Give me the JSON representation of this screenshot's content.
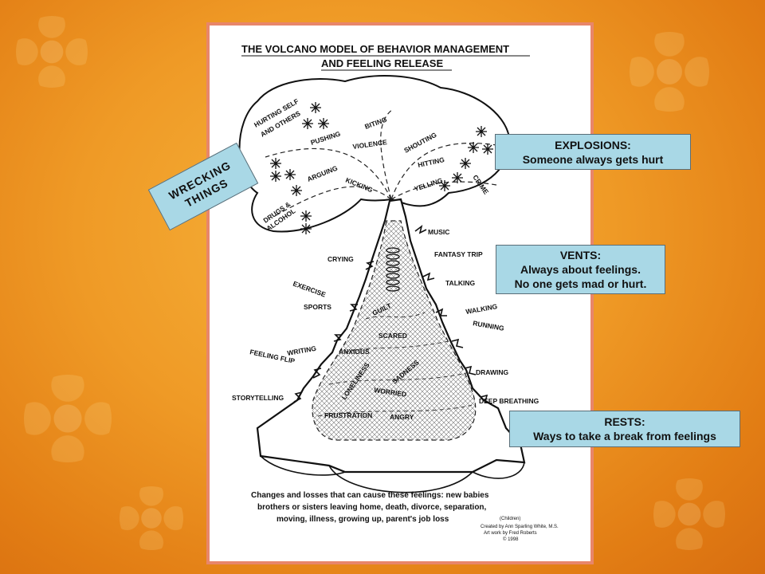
{
  "diagram": {
    "title_line1": "THE VOLCANO MODEL OF BEHAVIOR MANAGEMENT",
    "title_line2": "AND FEELING RELEASE",
    "explosion_labels": {
      "hurting": "HURTING SELF",
      "and_others": "AND OTHERS",
      "pushing": "PUSHING",
      "biting": "BITING",
      "violence": "VIOLENCE",
      "shouting": "SHOUTING",
      "hitting": "HITTING",
      "arguing": "ARGUING",
      "kicking": "KICKING",
      "yelling": "YELLING",
      "crime": "CRIME",
      "drugs": "DRUGS &",
      "alcohol": "ALCOHOL"
    },
    "vent_labels": {
      "music": "MUSIC",
      "fantasy_trip": "FANTASY TRIP",
      "crying": "CRYING",
      "talking": "TALKING",
      "exercise": "EXERCISE",
      "sports": "SPORTS",
      "walking": "WALKING",
      "running": "RUNNING",
      "writing": "WRITING",
      "feeling_flip": "FEELING FLIP",
      "drawing": "DRAWING",
      "storytelling": "STORYTELLING",
      "deep_breathing": "DEEP BREATHING"
    },
    "feeling_labels": {
      "guilt": "GUILT",
      "scared": "SCARED",
      "anxious": "ANXIOUS",
      "sadness": "SADNESS",
      "loneliness": "LONELINESS",
      "worried": "WORRIED",
      "frustration": "FRUSTRATION",
      "angry": "ANGRY"
    },
    "footer_line1": "Changes and losses that can cause these feelings:  new babies",
    "footer_line2": "brothers or sisters leaving home, death, divorce, separation,",
    "footer_line3": "moving, illness, growing up, parent's job loss",
    "credit_line1": "(Children)",
    "credit_line2": "Created by Ann Sparling White, M.S.",
    "credit_line3": "Art work by Fred Roberts",
    "credit_line4": "© 1998"
  },
  "callouts": {
    "explosions_title": "EXPLOSIONS:",
    "explosions_text": "Someone always gets hurt",
    "vents_title": "VENTS:",
    "vents_line1": "Always about feelings.",
    "vents_line2": "No one gets mad or hurt.",
    "rests_title": "RESTS:",
    "rests_text": "Ways to take a break from feelings",
    "wrecking_line1": "WRECKING",
    "wrecking_line2": "THINGS"
  },
  "colors": {
    "background": "#ef9a26",
    "callout_fill": "#a9d8e6",
    "paper_border": "#e8866a"
  }
}
